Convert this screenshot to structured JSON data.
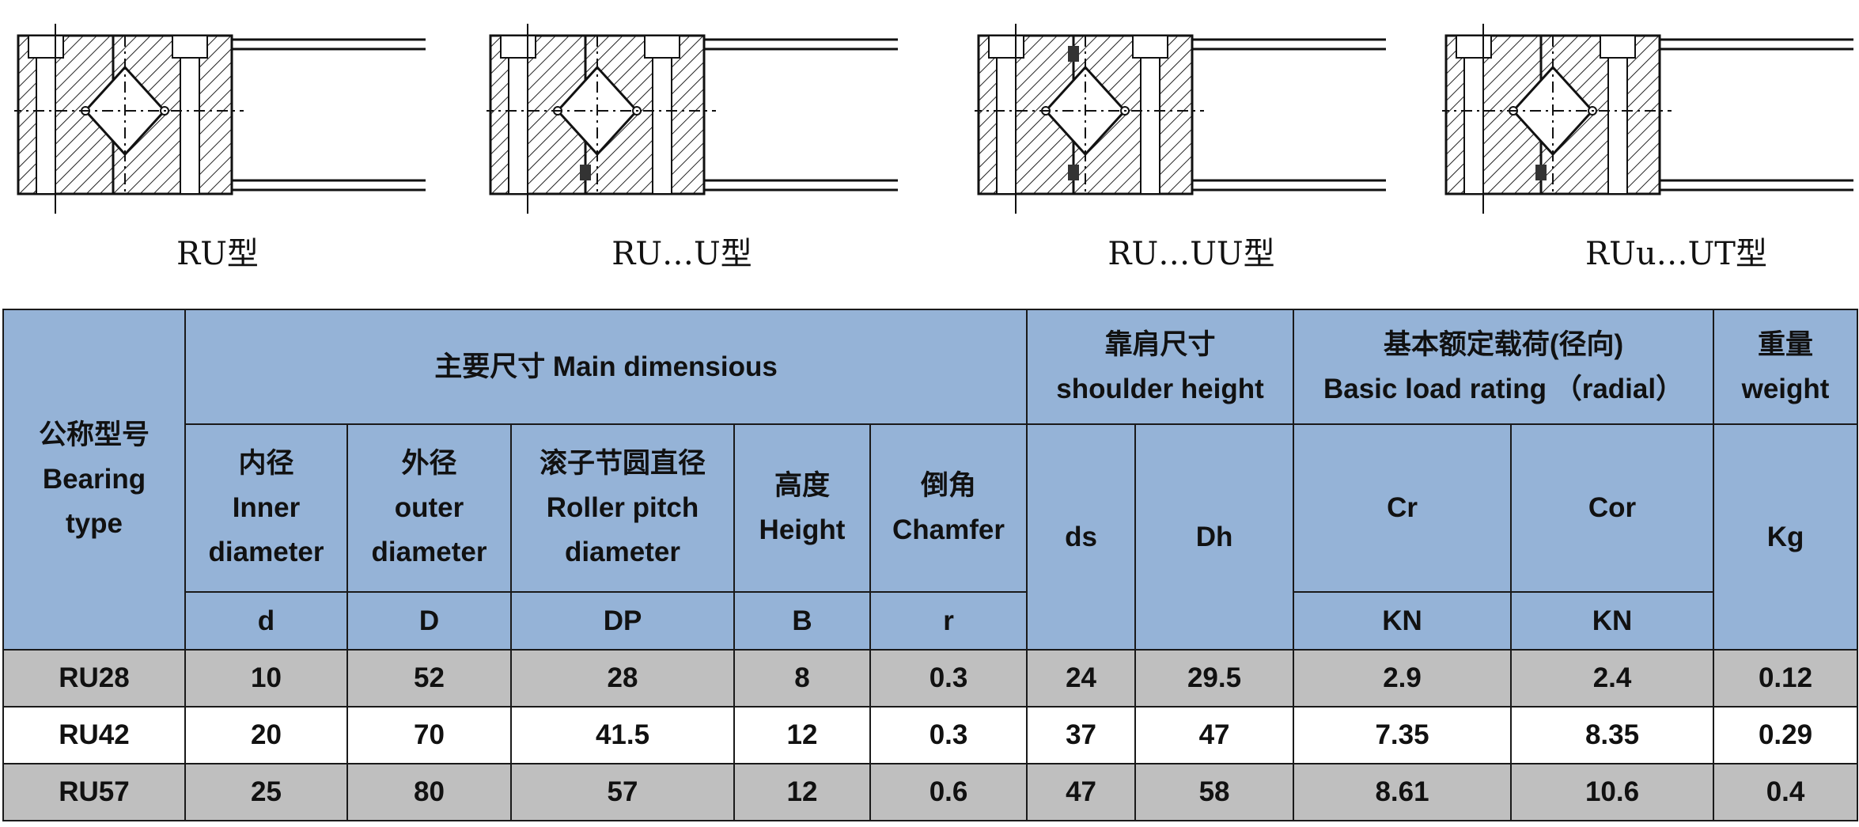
{
  "drawings": [
    {
      "caption": "RU型",
      "variant": "plain"
    },
    {
      "caption": "RU…U型",
      "variant": "seal-outer"
    },
    {
      "caption": "RU…UU型",
      "variant": "seal-both"
    },
    {
      "caption": "RUu…UT型",
      "variant": "seal-outer-alt"
    }
  ],
  "table": {
    "bearing_type": [
      "公称型号",
      "Bearing",
      "type"
    ],
    "main_dims": "主要尺寸 Main dimensious",
    "shoulder": [
      "靠肩尺寸",
      "shoulder height"
    ],
    "load": [
      "基本额定载荷(径向)",
      "Basic load rating （radial）"
    ],
    "weight": [
      "重量",
      "weight"
    ],
    "inner": [
      "内径",
      "Inner",
      "diameter"
    ],
    "outer": [
      "外径",
      "outer",
      "diameter"
    ],
    "pitch": [
      "滚子节圆直径",
      "Roller pitch",
      "diameter"
    ],
    "height": [
      "高度",
      "Height"
    ],
    "chamfer": [
      "倒角",
      "Chamfer"
    ],
    "ds": "ds",
    "dh": "Dh",
    "cr": "Cr",
    "cor": "Cor",
    "kg": "Kg",
    "sym_d": "d",
    "sym_D": "D",
    "sym_DP": "DP",
    "sym_B": "B",
    "sym_r": "r",
    "unit_cr": "KN",
    "unit_cor": "KN",
    "rows": [
      [
        "RU28",
        "10",
        "52",
        "28",
        "8",
        "0.3",
        "24",
        "29.5",
        "2.9",
        "2.4",
        "0.12"
      ],
      [
        "RU42",
        "20",
        "70",
        "41.5",
        "12",
        "0.3",
        "37",
        "47",
        "7.35",
        "8.35",
        "0.29"
      ],
      [
        "RU57",
        "25",
        "80",
        "57",
        "12",
        "0.6",
        "47",
        "58",
        "8.61",
        "10.6",
        "0.4"
      ]
    ]
  }
}
